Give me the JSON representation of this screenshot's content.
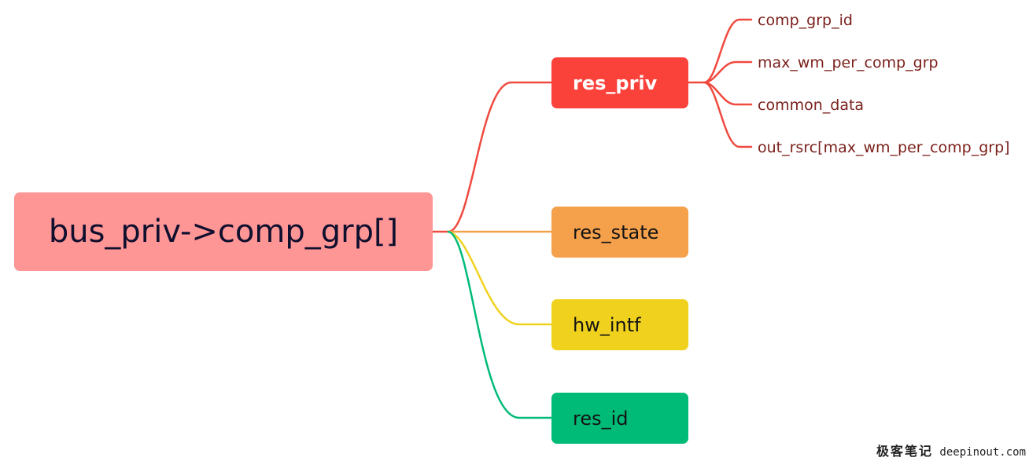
{
  "root": {
    "label": "bus_priv->comp_grp[]"
  },
  "branches": [
    {
      "label": "res_priv",
      "color": "#fa423b",
      "line_color": "#f04a40"
    },
    {
      "label": "res_state",
      "color": "#f5a04b",
      "line_color": "#f5a04b"
    },
    {
      "label": "hw_intf",
      "color": "#f0d21e",
      "line_color": "#f0d21e"
    },
    {
      "label": "res_id",
      "color": "#00bb78",
      "line_color": "#00bb78"
    }
  ],
  "res_priv_children": [
    "comp_grp_id",
    "max_wm_per_comp_grp",
    "common_data",
    "out_rsrc[max_wm_per_comp_grp]"
  ],
  "root_color": "#ff9696",
  "leaf_text_color": "#7a1f1a",
  "watermark": {
    "cn": "极客笔记",
    "site": "deepinout.com"
  }
}
